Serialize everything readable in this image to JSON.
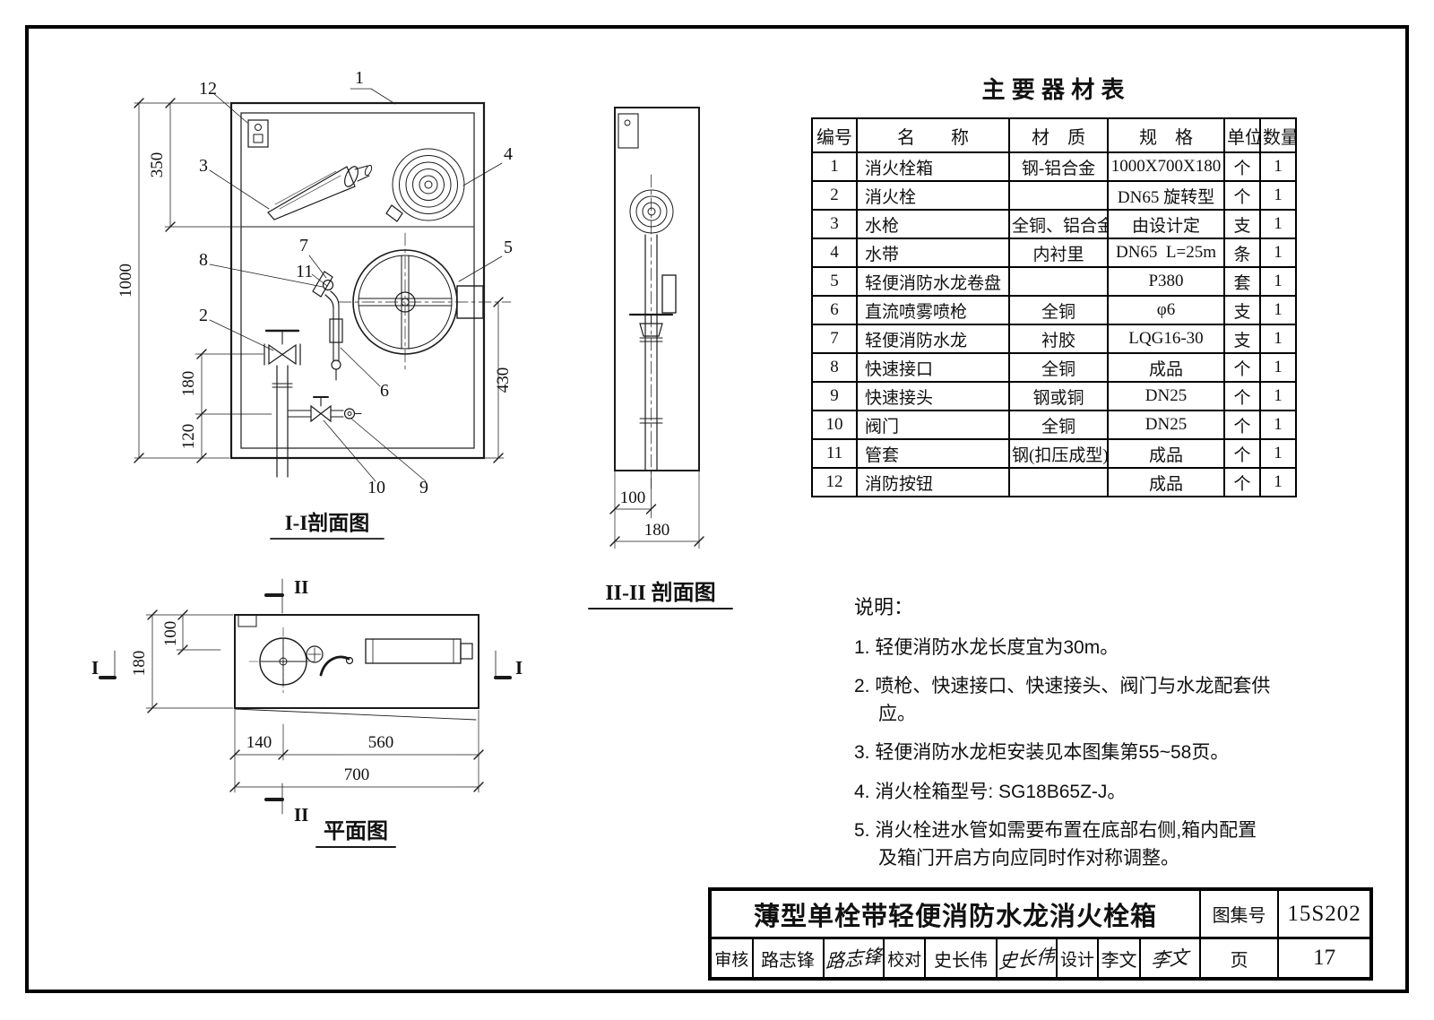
{
  "table": {
    "title": "主 要 器 材 表",
    "headers": [
      "编号",
      "名　　称",
      "材　质",
      "规　格",
      "单位",
      "数量"
    ],
    "rows": [
      [
        "1",
        "消火栓箱",
        "钢-铝合金",
        "1000X700X180",
        "个",
        "1"
      ],
      [
        "2",
        "消火栓",
        "",
        "DN65 旋转型",
        "个",
        "1"
      ],
      [
        "3",
        "水枪",
        "全铜、铝合金",
        "由设计定",
        "支",
        "1"
      ],
      [
        "4",
        "水带",
        "内衬里",
        "DN65  L=25m",
        "条",
        "1"
      ],
      [
        "5",
        "轻便消防水龙卷盘",
        "",
        "P380",
        "套",
        "1"
      ],
      [
        "6",
        "直流喷雾喷枪",
        "全铜",
        "φ6",
        "支",
        "1"
      ],
      [
        "7",
        "轻便消防水龙",
        "衬胶",
        "LQG16-30",
        "支",
        "1"
      ],
      [
        "8",
        "快速接口",
        "全铜",
        "成品",
        "个",
        "1"
      ],
      [
        "9",
        "快速接头",
        "钢或铜",
        "DN25",
        "个",
        "1"
      ],
      [
        "10",
        "阀门",
        "全铜",
        "DN25",
        "个",
        "1"
      ],
      [
        "11",
        "管套",
        "钢(扣压成型)",
        "成品",
        "个",
        "1"
      ],
      [
        "12",
        "消防按钮",
        "",
        "成品",
        "个",
        "1"
      ]
    ]
  },
  "notes": {
    "title": "说明：",
    "items": [
      "1. 轻便消防水龙长度宜为30m。",
      "2. 喷枪、快速接口、快速接头、阀门与水龙配套供应。",
      "3. 轻便消防水龙柜安装见本图集第55~58页。",
      "4. 消火栓箱型号: SG18B65Z-J。",
      "5. 消火栓进水管如需要布置在底部右侧,箱内配置及箱门开启方向应同时作对称调整。"
    ]
  },
  "sec1": {
    "caption": "I-I剖面图",
    "dims": {
      "h350": "350",
      "h1000": "1000",
      "h180": "180",
      "h120": "120",
      "h430": "430"
    },
    "callouts": {
      "n1": "1",
      "n2": "2",
      "n3": "3",
      "n4": "4",
      "n5": "5",
      "n6": "6",
      "n7": "7",
      "n8": "8",
      "n9": "9",
      "n10": "10",
      "n11": "11",
      "n12": "12"
    }
  },
  "sec2": {
    "caption": "II-II 剖面图",
    "dims": {
      "w100": "100",
      "w180": "180"
    }
  },
  "plan": {
    "caption": "平面图",
    "dims": {
      "d180": "180",
      "d100": "100",
      "d140": "140",
      "d560": "560",
      "d700": "700"
    },
    "markers": {
      "m1": "I",
      "m2": "II"
    }
  },
  "titleblock": {
    "title": "薄型单栓带轻便消防水龙消火栓箱",
    "atlas_label": "图集号",
    "atlas_no": "15S202",
    "page_label": "页",
    "page_no": "17",
    "review_label": "审核",
    "review_name": "路志锋",
    "review_sig": "路志锋",
    "check_label": "校对",
    "check_name": "史长伟",
    "check_sig": "史长伟",
    "design_label": "设计",
    "design_name": "李文",
    "design_sig": "李文"
  }
}
